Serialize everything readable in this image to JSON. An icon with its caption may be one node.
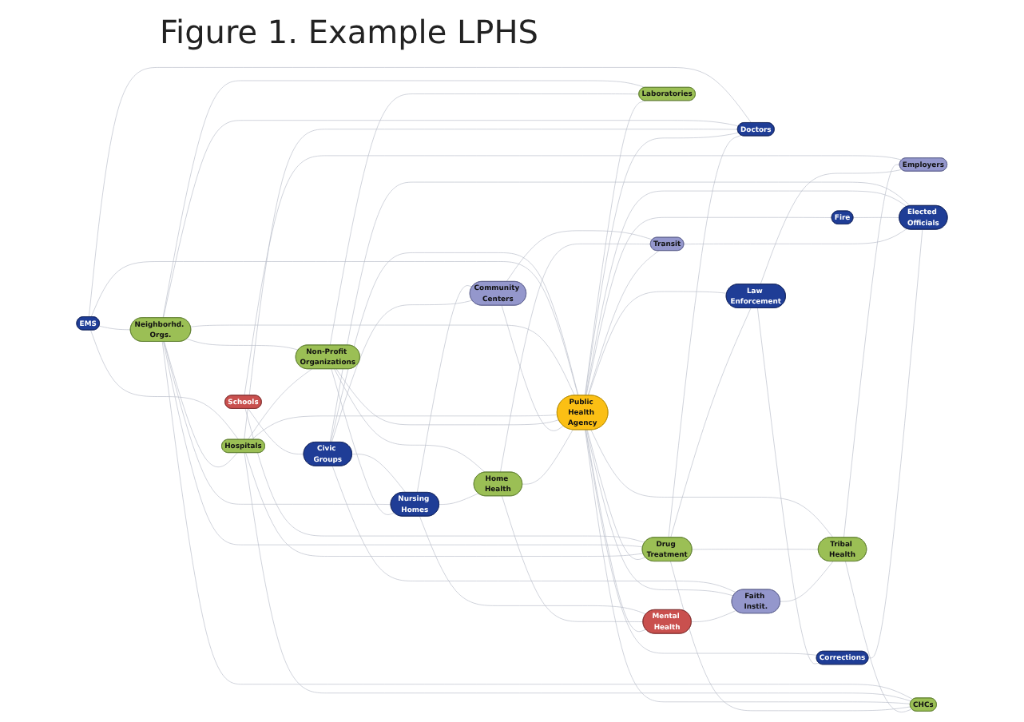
{
  "diagram": {
    "title": "Figure 1. Example LPHS",
    "nodes": [
      {
        "text": [
          "Schools"
        ]
      },
      {
        "text": [
          "Civic Groups"
        ]
      },
      {
        "text": [
          "Nursing Homes"
        ]
      },
      {
        "text": [
          "EMS"
        ]
      },
      {
        "text": [
          "Neighborhd. Orgs."
        ]
      },
      {
        "text": [
          "Non-Profit Organizations"
        ]
      },
      {
        "text": [
          "Community Centers"
        ]
      },
      {
        "text": [
          "Hospitals"
        ]
      },
      {
        "text": [
          "Drug Treatment"
        ]
      },
      {
        "text": [
          "Public Health Agency"
        ]
      },
      {
        "text": [
          "Laboratories"
        ]
      },
      {
        "text": [
          "Home Health"
        ]
      },
      {
        "text": [
          "Doctors"
        ]
      },
      {
        "text": [
          "Mental Health"
        ]
      },
      {
        "text": [
          "Law Enforcement"
        ]
      },
      {
        "text": [
          "Faith Instit."
        ]
      },
      {
        "text": [
          "CHCs"
        ]
      },
      {
        "text": [
          "Tribal Health"
        ]
      },
      {
        "text": [
          "Fire"
        ]
      },
      {
        "text": [
          "Transit"
        ]
      },
      {
        "text": [
          "Employers"
        ]
      },
      {
        "text": [
          "Corrections"
        ]
      },
      {
        "text": [
          "Elected Officials"
        ]
      }
    ],
    "edges": [
      {
        "from": 0,
        "to": 1,
        "arrow": "none"
      },
      {
        "from": 3,
        "to": 4,
        "arrow": "none"
      },
      {
        "from": 1,
        "to": 2,
        "arrow": "none"
      },
      {
        "from": 4,
        "to": 2,
        "arrow": "none"
      },
      {
        "from": 6,
        "to": 1,
        "arrow": "none"
      },
      {
        "from": 2,
        "to": 6,
        "arrow": "none"
      },
      {
        "from": 1,
        "to": 9,
        "arrow": "none"
      },
      {
        "from": 1,
        "to": 15,
        "arrow": "none"
      },
      {
        "from": 1,
        "to": 22,
        "arrow": "none"
      },
      {
        "from": 3,
        "to": 7,
        "arrow": "none"
      },
      {
        "from": 3,
        "to": 12,
        "arrow": "none"
      },
      {
        "from": 3,
        "to": 9,
        "arrow": "none"
      },
      {
        "from": 0,
        "to": 20,
        "arrow": "none"
      },
      {
        "from": 0,
        "to": 8,
        "arrow": "none"
      },
      {
        "from": 4,
        "to": 7,
        "arrow": "none"
      },
      {
        "from": 4,
        "to": 8,
        "arrow": "none"
      },
      {
        "from": 4,
        "to": 9,
        "arrow": "none"
      },
      {
        "from": 4,
        "to": 5,
        "arrow": "none"
      },
      {
        "from": 4,
        "to": 16,
        "arrow": "none"
      },
      {
        "from": 4,
        "to": 12,
        "arrow": "none"
      },
      {
        "from": 4,
        "to": 10,
        "arrow": "none"
      },
      {
        "from": 7,
        "to": 9,
        "arrow": "none"
      },
      {
        "from": 7,
        "to": 8,
        "arrow": "none"
      },
      {
        "from": 7,
        "to": 5,
        "arrow": "none"
      },
      {
        "from": 7,
        "to": 16,
        "arrow": "none"
      },
      {
        "from": 7,
        "to": 12,
        "arrow": "none"
      },
      {
        "from": 5,
        "to": 9,
        "arrow": "none"
      },
      {
        "from": 5,
        "to": 2,
        "arrow": "none"
      },
      {
        "from": 5,
        "to": 10,
        "arrow": "none"
      },
      {
        "from": 5,
        "to": 11,
        "arrow": "none"
      },
      {
        "from": 2,
        "to": 11,
        "arrow": "none"
      },
      {
        "from": 2,
        "to": 13,
        "arrow": "none"
      },
      {
        "from": 6,
        "to": 9,
        "arrow": "none"
      },
      {
        "from": 6,
        "to": 19,
        "arrow": "none"
      },
      {
        "from": 11,
        "to": 9,
        "arrow": "none"
      },
      {
        "from": 11,
        "to": 13,
        "arrow": "none"
      },
      {
        "from": 11,
        "to": 19,
        "arrow": "none"
      },
      {
        "from": 9,
        "to": 10,
        "arrow": "none"
      },
      {
        "from": 9,
        "to": 8,
        "arrow": "none"
      },
      {
        "from": 9,
        "to": 12,
        "arrow": "none"
      },
      {
        "from": 9,
        "to": 17,
        "arrow": "none"
      },
      {
        "from": 9,
        "to": 13,
        "arrow": "none"
      },
      {
        "from": 9,
        "to": 15,
        "arrow": "none"
      },
      {
        "from": 9,
        "to": 18,
        "arrow": "none"
      },
      {
        "from": 9,
        "to": 19,
        "arrow": "none"
      },
      {
        "from": 9,
        "to": 14,
        "arrow": "none"
      },
      {
        "from": 9,
        "to": 21,
        "arrow": "none"
      },
      {
        "from": 9,
        "to": 22,
        "arrow": "none"
      },
      {
        "from": 9,
        "to": 16,
        "arrow": "none"
      },
      {
        "from": 8,
        "to": 12,
        "arrow": "none"
      },
      {
        "from": 8,
        "to": 14,
        "arrow": "none"
      },
      {
        "from": 8,
        "to": 17,
        "arrow": "none"
      },
      {
        "from": 8,
        "to": 16,
        "arrow": "none"
      },
      {
        "from": 13,
        "to": 15,
        "arrow": "none"
      },
      {
        "from": 15,
        "to": 17,
        "arrow": "none"
      },
      {
        "from": 17,
        "to": 16,
        "arrow": "none"
      },
      {
        "from": 17,
        "to": 20,
        "arrow": "none"
      },
      {
        "from": 14,
        "to": 20,
        "arrow": "none"
      },
      {
        "from": 14,
        "to": 21,
        "arrow": "none"
      },
      {
        "from": 18,
        "to": 22,
        "arrow": "none"
      },
      {
        "from": 19,
        "to": 22,
        "arrow": "none"
      },
      {
        "from": 21,
        "to": 22,
        "arrow": "none"
      }
    ]
  }
}
